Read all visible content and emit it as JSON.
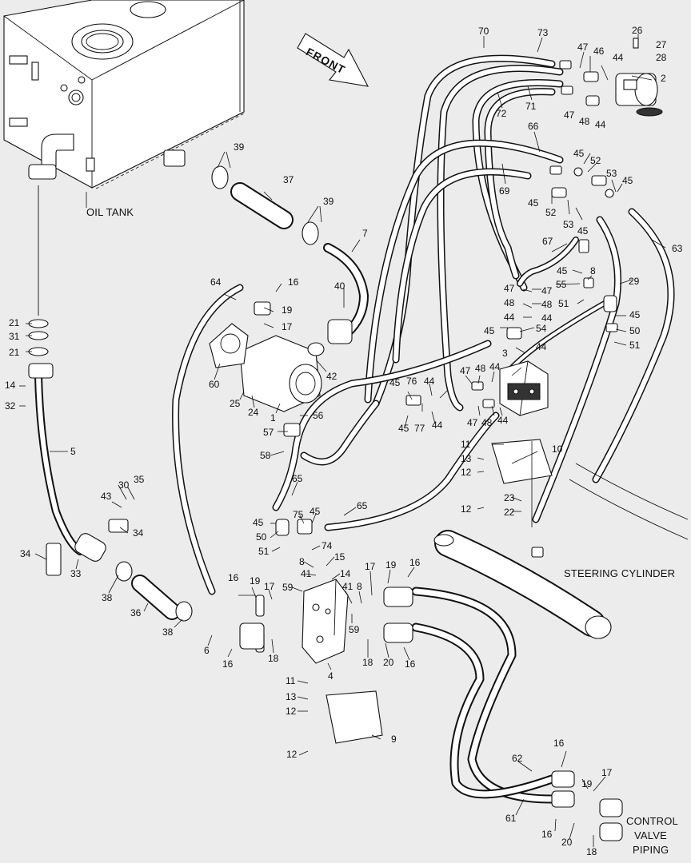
{
  "labels": {
    "oil_tank": "OIL TANK",
    "front": "FRONT",
    "steering_cylinder": "STEERING CYLINDER",
    "control_valve_piping_1": "CONTROL",
    "control_valve_piping_2": "VALVE",
    "control_valve_piping_3": "PIPING"
  },
  "callouts": [
    "26",
    "27",
    "28",
    "70",
    "73",
    "47",
    "46",
    "44",
    "2",
    "72",
    "71",
    "47",
    "48",
    "44",
    "66",
    "45",
    "52",
    "53",
    "45",
    "69",
    "45",
    "52",
    "53",
    "45",
    "63",
    "67",
    "45",
    "8",
    "29",
    "47",
    "55",
    "47",
    "48",
    "48",
    "51",
    "44",
    "44",
    "45",
    "50",
    "45",
    "54",
    "51",
    "44",
    "3",
    "47",
    "48",
    "44",
    "45",
    "76",
    "44",
    "45",
    "77",
    "44",
    "47",
    "48",
    "44",
    "39",
    "37",
    "39",
    "7",
    "64",
    "16",
    "19",
    "17",
    "40",
    "60",
    "42",
    "25",
    "24",
    "1",
    "56",
    "57",
    "58",
    "21",
    "31",
    "21",
    "14",
    "32",
    "5",
    "30",
    "35",
    "43",
    "34",
    "34",
    "33",
    "38",
    "36",
    "38",
    "65",
    "45",
    "50",
    "75",
    "45",
    "65",
    "51",
    "74",
    "8",
    "15",
    "41",
    "14",
    "59",
    "16",
    "19",
    "17",
    "17",
    "19",
    "16",
    "41",
    "8",
    "59",
    "6",
    "16",
    "18",
    "4",
    "18",
    "20",
    "16",
    "11",
    "13",
    "12",
    "9",
    "12",
    "11",
    "13",
    "12",
    "10",
    "23",
    "12",
    "22",
    "62",
    "16",
    "19",
    "17",
    "61",
    "16",
    "20",
    "18"
  ]
}
